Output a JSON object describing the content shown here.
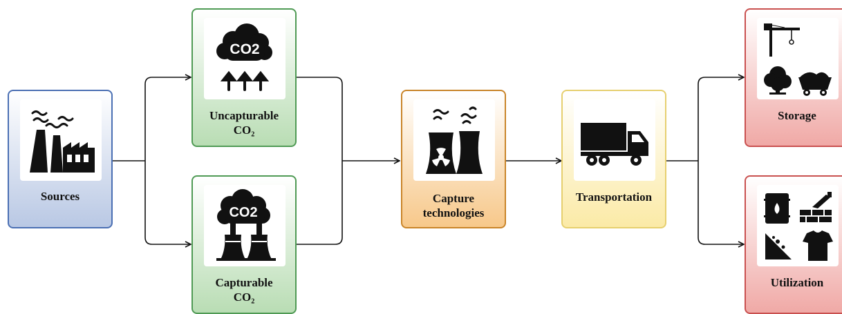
{
  "nodes": {
    "sources": {
      "label": "Sources",
      "color": "#4a6fb3",
      "icon": "factory-icon"
    },
    "uncapturable": {
      "label_line1": "Uncapturable",
      "label_line2": "CO₂",
      "color": "#4f9a54",
      "icon": "co2-cloud-emission-icon",
      "icon_text": "CO2"
    },
    "capturable": {
      "label_line1": "Capturable",
      "label_line2": "CO₂",
      "color": "#4f9a54",
      "icon": "cooling-tower-smoke-icon",
      "icon_text": "CO2"
    },
    "capture": {
      "label_line1": "Capture",
      "label_line2": "technologies",
      "color": "#c98428",
      "icon": "nuclear-plant-icon"
    },
    "transportation": {
      "label": "Transportation",
      "color": "#e6cf6e",
      "icon": "truck-icon"
    },
    "storage": {
      "label": "Storage",
      "color": "#c9504f",
      "icon": "crane-tree-minecart-icon"
    },
    "utilization": {
      "label": "Utilization",
      "color": "#c9504f",
      "icon": "oil-bricks-rocks-shirt-icon"
    }
  }
}
